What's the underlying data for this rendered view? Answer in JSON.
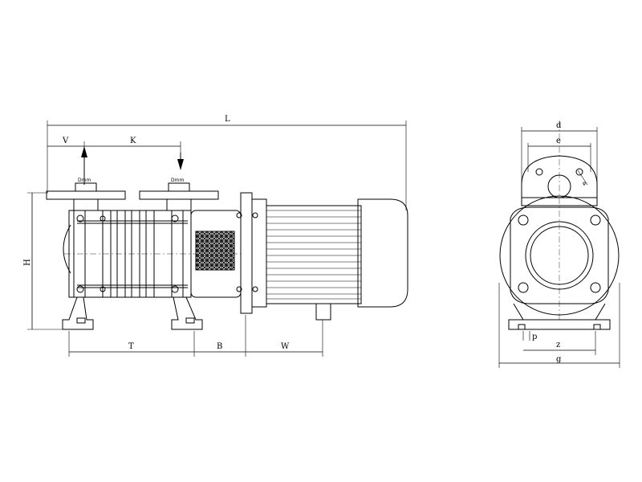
{
  "colors": {
    "ink": "#000000",
    "paper": "#ffffff",
    "hatch": "#1a1a1a"
  },
  "side_view": {
    "dims": {
      "L": "L",
      "V": "V",
      "K": "K",
      "H": "H",
      "T": "T",
      "B": "B",
      "W": "W"
    },
    "ports": {
      "inlet": "Dmm",
      "outlet": "Dmm"
    }
  },
  "end_view": {
    "dims": {
      "d": "d",
      "e": "e",
      "phi": "φ",
      "p": "p",
      "z": "z",
      "g": "g"
    }
  }
}
